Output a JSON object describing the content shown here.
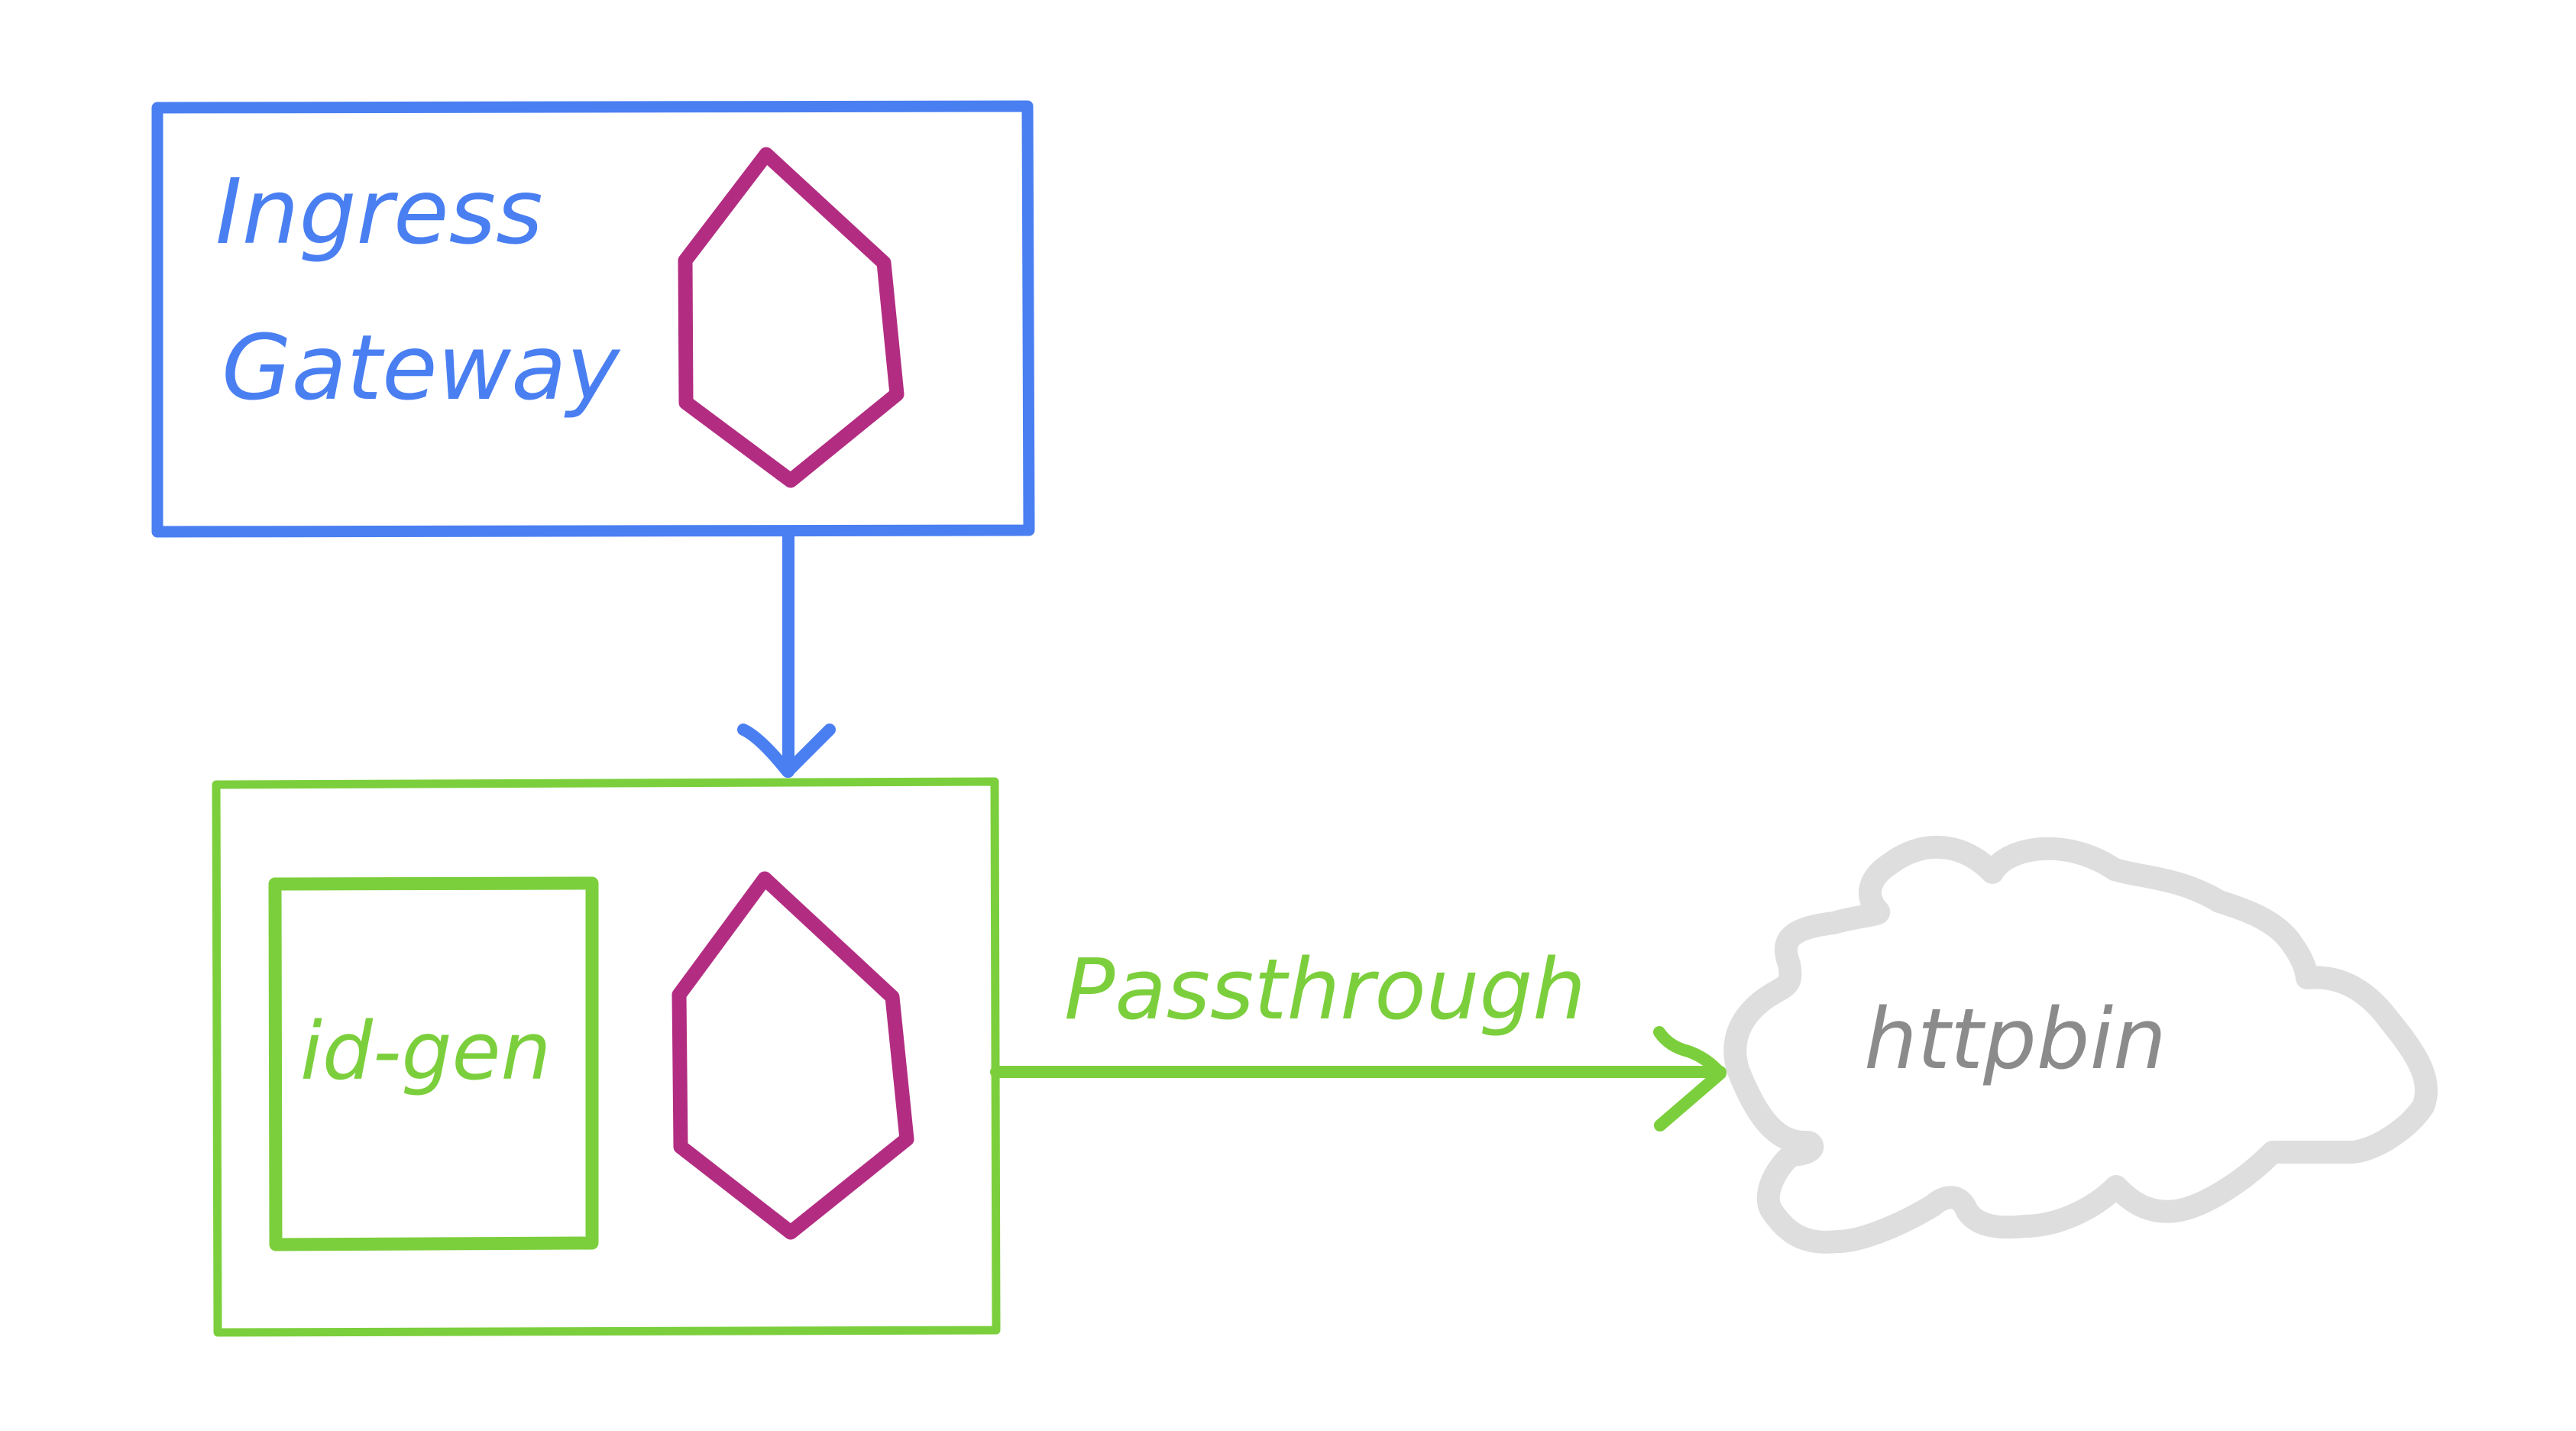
{
  "colors": {
    "background": "#ffffff",
    "gateway_box": "#4a7ff2",
    "service_box": "#7ccf3c",
    "envoy_proxy": "#b22d82",
    "cloud_outline": "#dedede",
    "cloud_text": "#8b8b8b"
  },
  "nodes": {
    "ingress_gateway": {
      "label_line1": "Ingress",
      "label_line2": "Gateway",
      "proxy_icon": "hexagon-proxy-icon"
    },
    "service_pod": {
      "app_label": "id-gen",
      "proxy_icon": "hexagon-proxy-icon"
    },
    "external": {
      "label": "httpbin",
      "shape_icon": "cloud-icon"
    }
  },
  "edges": {
    "gateway_to_service": {
      "label": ""
    },
    "service_to_external": {
      "label": "Passthrough"
    }
  }
}
